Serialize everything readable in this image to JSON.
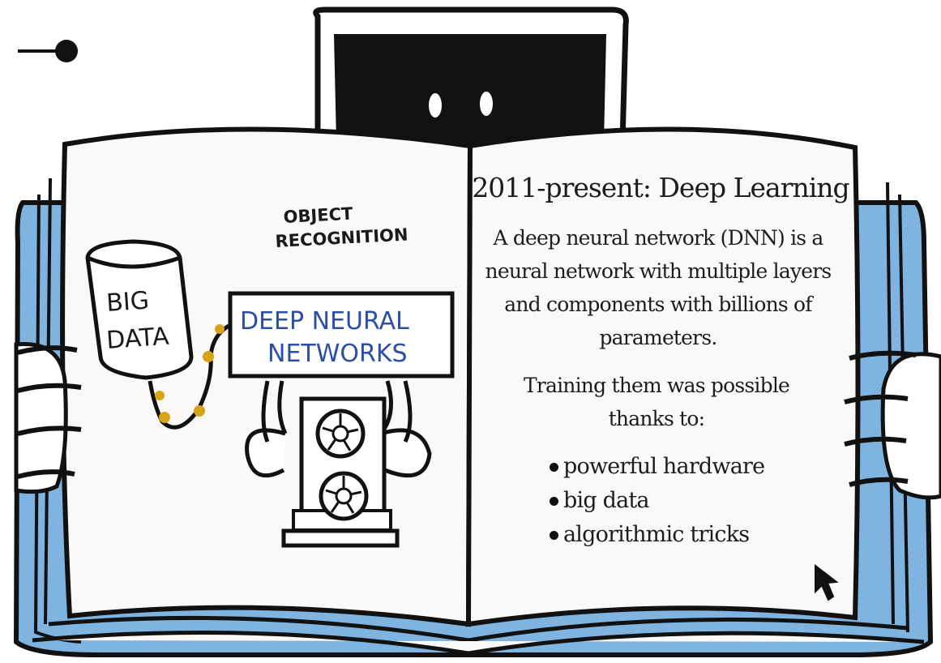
{
  "page": {
    "title": "2011-present: Deep Learning",
    "paragraphs": [
      "A deep neural network (DNN) is a neural network with multiple layers and components with billions of parameters.",
      "Training them was possible thanks to:"
    ],
    "bullets": [
      "powerful hardware",
      "big data",
      "algorithmic tricks"
    ]
  },
  "illustration": {
    "caption_line1": "OBJECT",
    "caption_line2": "RECOGNITION",
    "database_line1": "BIG",
    "database_line2": "DATA",
    "sign_line1": "DEEP NEURAL",
    "sign_line2": "NETWORKS"
  },
  "colors": {
    "book_cover": "#7fb3e0",
    "page": "#fbf9f8",
    "ink": "#111111",
    "sign_text": "#2b4ea8",
    "cable_beads": "#d9a21b"
  },
  "icons": [
    "timeline-dot-icon",
    "robot-head-icon",
    "mouse-cursor-icon",
    "gpu-fan-icon"
  ]
}
